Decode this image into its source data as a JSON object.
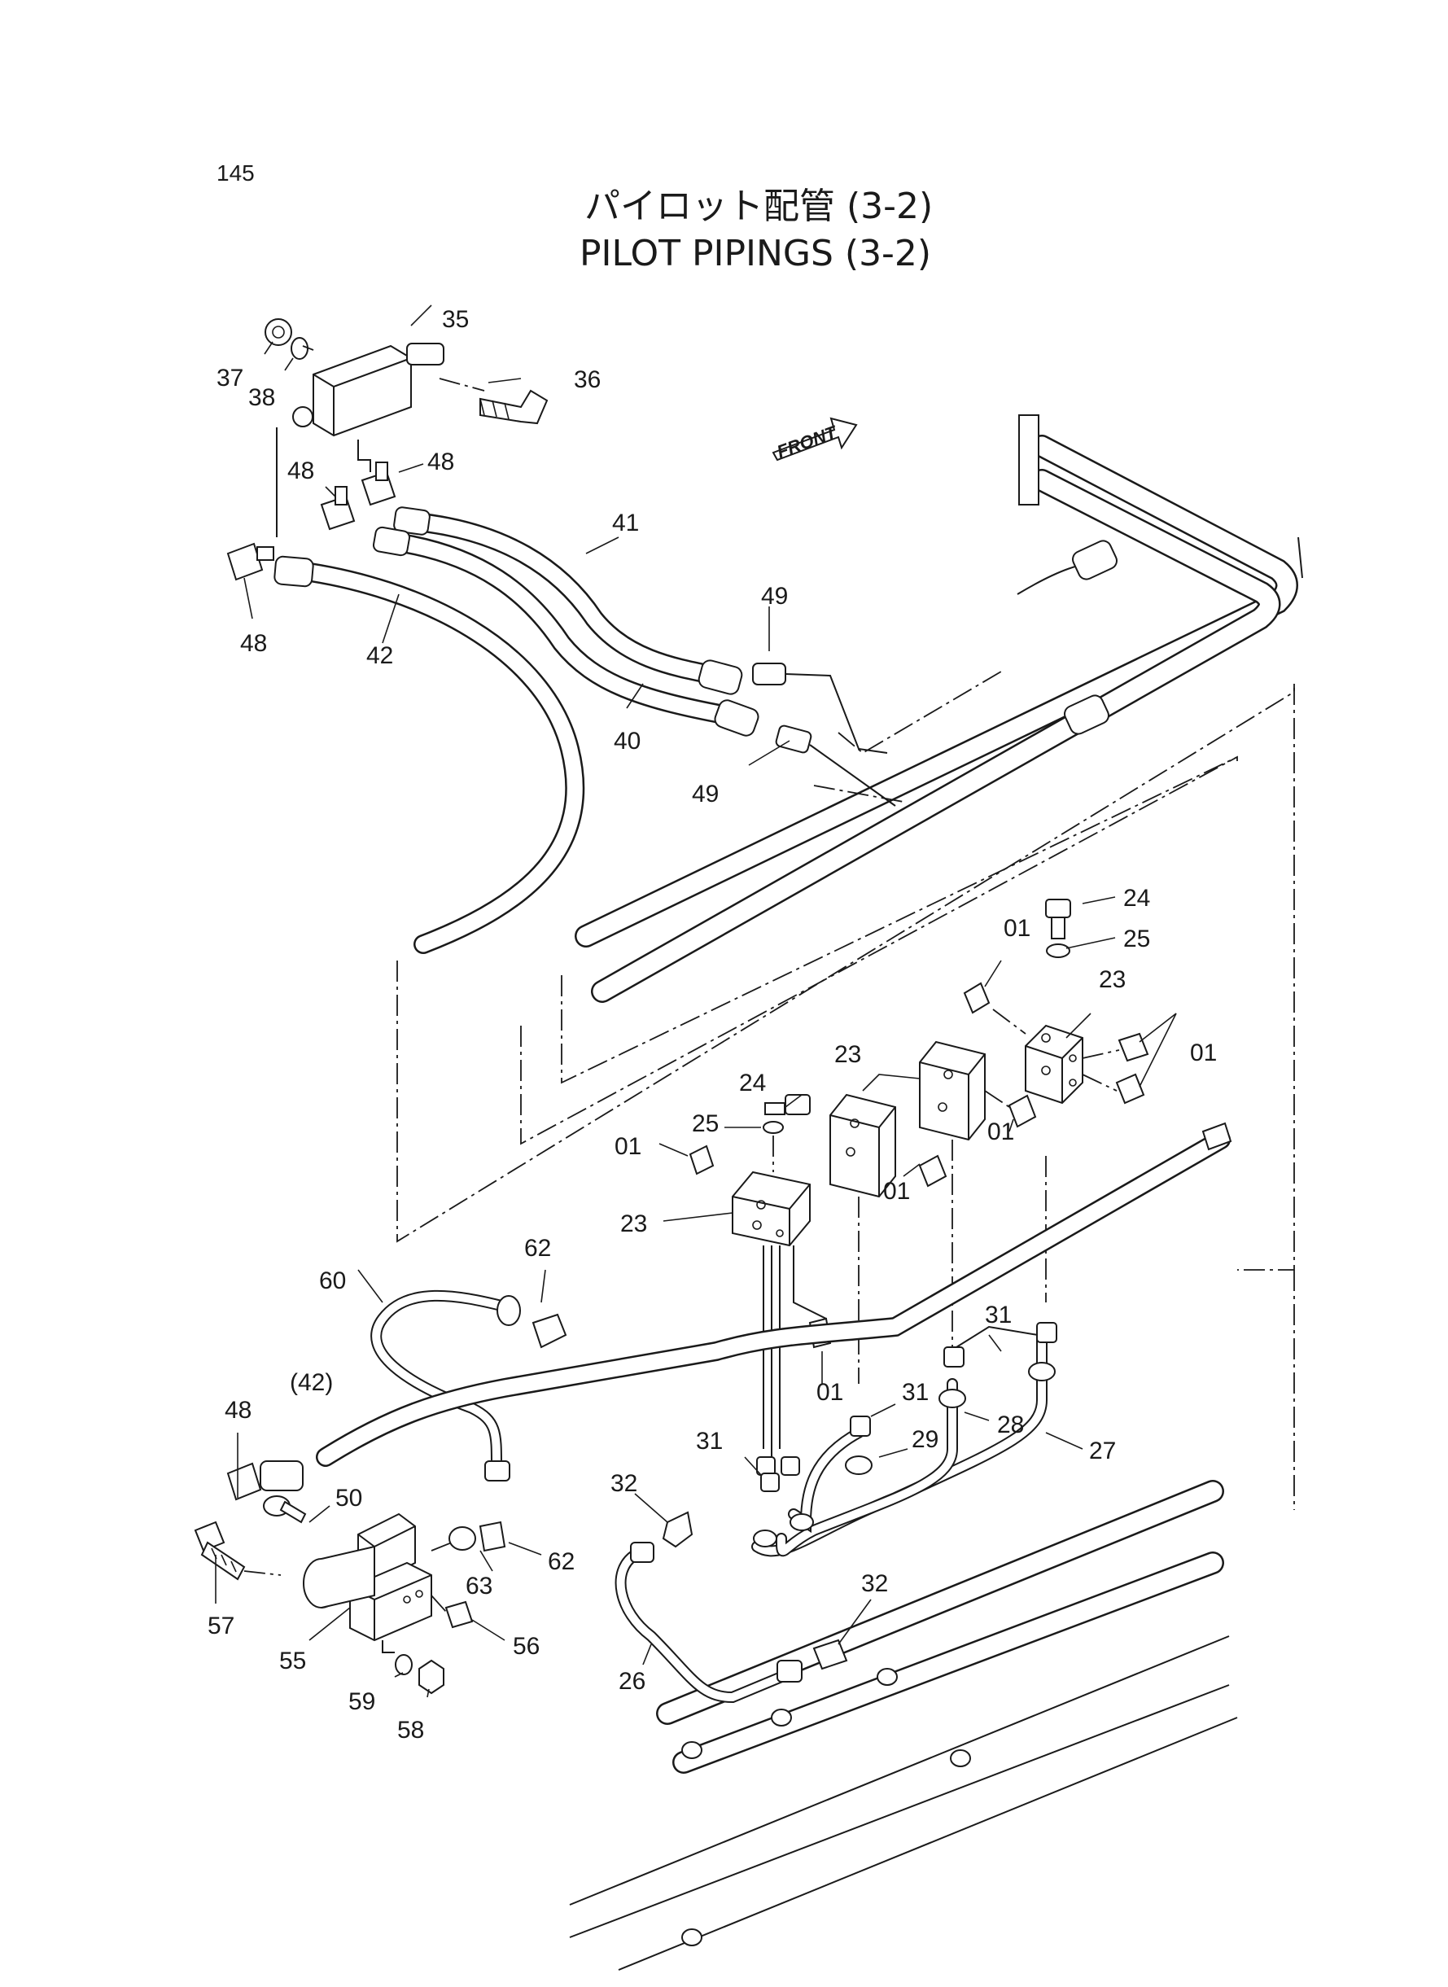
{
  "page_number": "145",
  "title_jp": "パイロット配管 (3-2)",
  "title_en": "PILOT PIPINGS (3-2)",
  "front_label": "FRONT",
  "callouts": [
    {
      "id": "c35a",
      "label": "35"
    },
    {
      "id": "c36a",
      "label": "36"
    },
    {
      "id": "c37a",
      "label": "37"
    },
    {
      "id": "c38a",
      "label": "38"
    },
    {
      "id": "c48a",
      "label": "48"
    },
    {
      "id": "c48b",
      "label": "48"
    },
    {
      "id": "c48c",
      "label": "48"
    },
    {
      "id": "c48d",
      "label": "48"
    },
    {
      "id": "c41a",
      "label": "41"
    },
    {
      "id": "c42a",
      "label": "42"
    },
    {
      "id": "c42b",
      "label": "(42)"
    },
    {
      "id": "c40a",
      "label": "40"
    },
    {
      "id": "c49a",
      "label": "49"
    },
    {
      "id": "c49b",
      "label": "49"
    },
    {
      "id": "c24a",
      "label": "24"
    },
    {
      "id": "c24b",
      "label": "24"
    },
    {
      "id": "c25a",
      "label": "25"
    },
    {
      "id": "c25b",
      "label": "25"
    },
    {
      "id": "c23a",
      "label": "23"
    },
    {
      "id": "c23b",
      "label": "23"
    },
    {
      "id": "c23c",
      "label": "23"
    },
    {
      "id": "c01a",
      "label": "01"
    },
    {
      "id": "c01b",
      "label": "01"
    },
    {
      "id": "c01c",
      "label": "01"
    },
    {
      "id": "c01d",
      "label": "01"
    },
    {
      "id": "c01e",
      "label": "01"
    },
    {
      "id": "c01f",
      "label": "01"
    },
    {
      "id": "c62a",
      "label": "62"
    },
    {
      "id": "c62b",
      "label": "62"
    },
    {
      "id": "c60a",
      "label": "60"
    },
    {
      "id": "c31a",
      "label": "31"
    },
    {
      "id": "c31b",
      "label": "31"
    },
    {
      "id": "c31c",
      "label": "31"
    },
    {
      "id": "c28a",
      "label": "28"
    },
    {
      "id": "c27a",
      "label": "27"
    },
    {
      "id": "c29a",
      "label": "29"
    },
    {
      "id": "c32a",
      "label": "32"
    },
    {
      "id": "c32b",
      "label": "32"
    },
    {
      "id": "c50a",
      "label": "50"
    },
    {
      "id": "c57a",
      "label": "57"
    },
    {
      "id": "c63a",
      "label": "63"
    },
    {
      "id": "c56a",
      "label": "56"
    },
    {
      "id": "c55a",
      "label": "55"
    },
    {
      "id": "c59a",
      "label": "59"
    },
    {
      "id": "c58a",
      "label": "58"
    },
    {
      "id": "c26a",
      "label": "26"
    }
  ]
}
